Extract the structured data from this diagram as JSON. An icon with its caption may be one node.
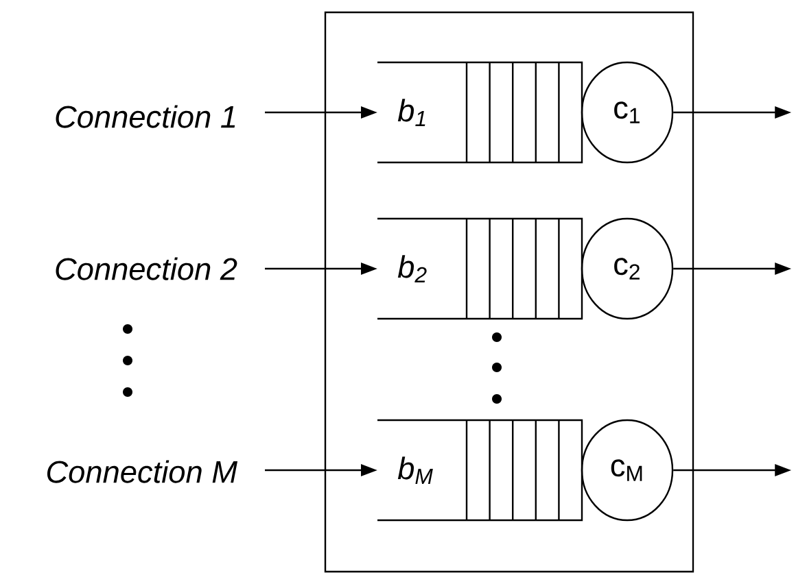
{
  "diagram": {
    "nodes": [
      {
        "text": [],
        "shape": "box"
      },
      {
        "text": [
          "Connection 1"
        ]
      },
      {
        "text": [
          "Connection 2"
        ]
      },
      {
        "text": [
          "Connection M"
        ]
      },
      {
        "text": [
          "b$_{1}$"
        ],
        "in": 0
      },
      {
        "text": [
          "b$_{2}$"
        ],
        "in": 0
      },
      {
        "text": [
          "b$_{M}$"
        ],
        "in": 0
      },
      {
        "text": [
          "c$_{1}$"
        ],
        "in": 0
      },
      {
        "text": [
          "c$_{2}$"
        ],
        "in": 0
      },
      {
        "text": [
          "c$_{M}$"
        ],
        "in": 0
      }
    ],
    "edges": [
      {
        "from": 1,
        "to": 4,
        "arrow": "to"
      },
      {
        "from": 2,
        "to": 5,
        "arrow": "to"
      },
      {
        "from": 3,
        "to": 6,
        "arrow": "to"
      },
      {
        "from": 7,
        "to": null,
        "arrow": "to"
      },
      {
        "from": 8,
        "to": null,
        "arrow": "to"
      },
      {
        "from": 9,
        "to": null,
        "arrow": "to"
      }
    ]
  }
}
